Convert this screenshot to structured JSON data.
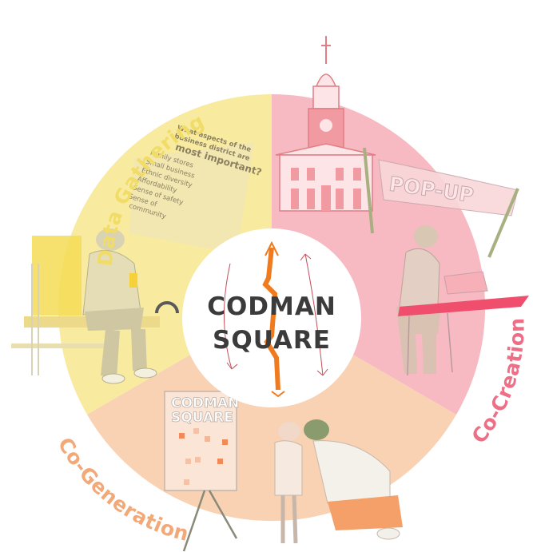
{
  "center": {
    "line1": "CODMAN",
    "line2": "SQUARE"
  },
  "segments": [
    {
      "label": "Data Gathering",
      "color": "#f8eba0",
      "label_color": "#f1dc68"
    },
    {
      "label": "Co-Creation",
      "color": "#f7b9c2",
      "label_color": "#ee6e86"
    },
    {
      "label": "Co-Generation",
      "color": "#f9d2b4",
      "label_color": "#f2a877"
    }
  ],
  "survey": {
    "title_line1": "What aspects of the",
    "title_line2": "business district are",
    "title_line3": "most important?",
    "options": [
      "Family stores",
      "Small business",
      "Ethnic diversity",
      "Affordability",
      "Sense of safety",
      "Sense of"
    ],
    "last_line": "community"
  },
  "banner": {
    "text": "POP-UP"
  },
  "board": {
    "line1": "CODMAN",
    "line2": "SQUARE"
  },
  "colors": {
    "accent": "#f07a1e",
    "text": "#3b3b3b"
  }
}
